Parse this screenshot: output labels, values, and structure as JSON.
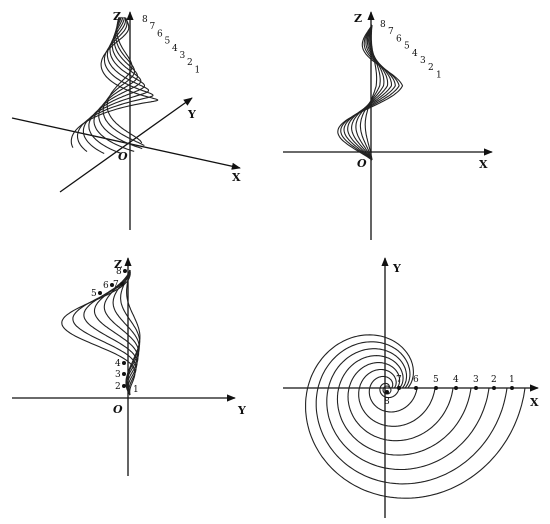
{
  "panels": [
    {
      "id": "iso",
      "axes": {
        "z": "Z",
        "y": "Y",
        "x": "X",
        "origin": "O"
      },
      "curve_labels": [
        "8",
        "7",
        "6",
        "5",
        "4",
        "3",
        "2",
        "1"
      ]
    },
    {
      "id": "xz",
      "axes": {
        "z": "Z",
        "x": "X",
        "origin": "O"
      },
      "curve_labels": [
        "8",
        "7",
        "6",
        "5",
        "4",
        "3",
        "2",
        "1"
      ]
    },
    {
      "id": "yz",
      "axes": {
        "z": "Z",
        "y": "Y",
        "origin": "O"
      },
      "curve_labels": [
        "8",
        "7",
        "6",
        "5",
        "4",
        "3",
        "2",
        "1"
      ]
    },
    {
      "id": "xy",
      "axes": {
        "y": "Y",
        "x": "X"
      },
      "curve_labels": [
        "8",
        "7",
        "6",
        "5",
        "4",
        "3",
        "2",
        "1"
      ]
    }
  ]
}
